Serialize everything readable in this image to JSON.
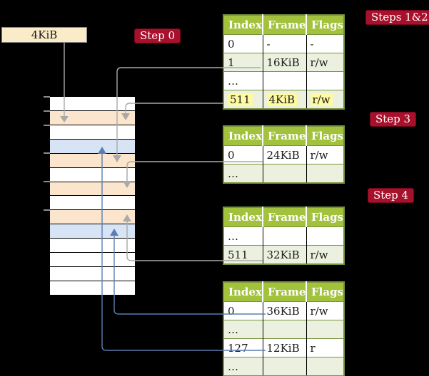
{
  "colors": {
    "background": "#000000",
    "badge_red": "#A8102C",
    "header_green": "#A2C13C",
    "row_green": "#EBF1DE",
    "row_white": "#FFFFFF",
    "highlight_yellow": "#FFFAA0",
    "frame_peach": "#FCE5CD",
    "frame_blue": "#D6E4F5",
    "box_cream": "#FAECC8",
    "arrow_gray": "#A9A9A9",
    "arrow_blue": "#5B7DB1",
    "olive_border": "#76923C",
    "tick_gray": "#8C8C8C"
  },
  "frame_size_box": {
    "label": "4KiB"
  },
  "badges": {
    "step0": "Step 0",
    "steps12": "Steps 1&2",
    "step3": "Step 3",
    "step4": "Step 4"
  },
  "memory_stack": {
    "rows": [
      "white",
      "peach",
      "white",
      "blue",
      "peach",
      "white",
      "peach",
      "white",
      "peach",
      "blue",
      "white",
      "white",
      "white",
      "white"
    ]
  },
  "tables": [
    {
      "id": "steps-1-2",
      "headers": [
        "Index",
        "Frame",
        "Flags"
      ],
      "rows": [
        {
          "cells": [
            "0",
            "-",
            "-"
          ],
          "shaded": false,
          "highlighted": false
        },
        {
          "cells": [
            "1",
            "16KiB",
            "r/w"
          ],
          "shaded": true,
          "highlighted": false
        },
        {
          "cells": [
            "…",
            "",
            ""
          ],
          "shaded": false,
          "highlighted": false
        },
        {
          "cells": [
            "511",
            "4KiB",
            "r/w"
          ],
          "shaded": true,
          "highlighted": true
        }
      ]
    },
    {
      "id": "step-3",
      "headers": [
        "Index",
        "Frame",
        "Flags"
      ],
      "rows": [
        {
          "cells": [
            "0",
            "24KiB",
            "r/w"
          ],
          "shaded": false,
          "highlighted": false
        },
        {
          "cells": [
            "…",
            "",
            ""
          ],
          "shaded": true,
          "highlighted": false
        }
      ]
    },
    {
      "id": "step-4",
      "headers": [
        "Index",
        "Frame",
        "Flags"
      ],
      "rows": [
        {
          "cells": [
            "…",
            "",
            ""
          ],
          "shaded": false,
          "highlighted": false
        },
        {
          "cells": [
            "511",
            "32KiB",
            "r/w"
          ],
          "shaded": true,
          "highlighted": false
        }
      ]
    },
    {
      "id": "final",
      "headers": [
        "Index",
        "Frame",
        "Flags"
      ],
      "rows": [
        {
          "cells": [
            "0",
            "36KiB",
            "r/w"
          ],
          "shaded": false,
          "highlighted": false
        },
        {
          "cells": [
            "…",
            "",
            ""
          ],
          "shaded": true,
          "highlighted": false
        },
        {
          "cells": [
            "127",
            "12KiB",
            "r"
          ],
          "shaded": false,
          "highlighted": false
        },
        {
          "cells": [
            "…",
            "",
            ""
          ],
          "shaded": true,
          "highlighted": false
        }
      ]
    }
  ]
}
